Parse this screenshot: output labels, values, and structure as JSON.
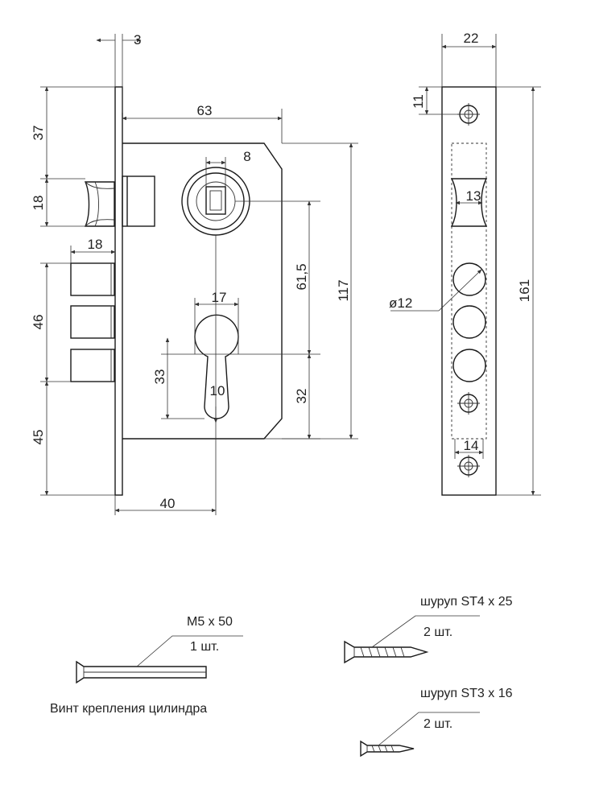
{
  "diagram": {
    "side_view_labels": {
      "faceplate_thickness": "3",
      "body_depth": "63",
      "spindle_square": "8",
      "latch_offset": "37",
      "latch_height": "18",
      "bolt_projection": "18",
      "bolt_span": "46",
      "bottom_offset": "45",
      "backset": "40",
      "cyl_width": "17",
      "cyl_height": "33",
      "cyl_slot": "10",
      "center_distance": "61,5",
      "cyl_to_bottom": "32",
      "body_height": "117"
    },
    "faceplate_labels": {
      "width": "22",
      "screw_offset": "11",
      "latch_width": "13",
      "bolt_diameter": "ø12",
      "cutout_width": "14",
      "total_length": "161"
    }
  },
  "accessories": [
    {
      "name": "M5 x 50",
      "qty": "1 шт.",
      "caption": "Винт крепления цилиндра"
    },
    {
      "name": "шуруп ST4 x 25",
      "qty": "2 шт."
    },
    {
      "name": "шуруп ST3 x 16",
      "qty": "2 шт."
    }
  ]
}
